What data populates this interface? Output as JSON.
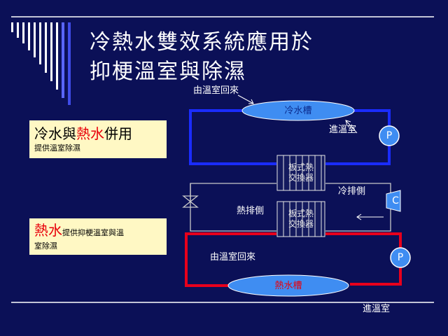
{
  "title": {
    "line1": "冷熱水雙效系統應用於",
    "line2": "抑梗溫室與除濕"
  },
  "box1": {
    "part1": "冷水與",
    "part2": "熱水",
    "part3": "併用",
    "subtitle": "提供溫室除濕"
  },
  "box2": {
    "part1": "熱水",
    "part2": "提供抑梗溫室與溫",
    "part3": "室除濕"
  },
  "diagram": {
    "label_return_top": "由溫室回來",
    "cold_tank": "冷水槽",
    "label_to_greenhouse_top": "進溫室",
    "pump_top": "P",
    "hx1_line1": "板式熱",
    "hx1_line2": "交換器",
    "label_cold_side": "冷排側",
    "compressor": "C",
    "label_hot_side": "熱排側",
    "hx2_line1": "板式熱",
    "hx2_line2": "交換器",
    "label_return_bottom": "由溫室回來",
    "pump_bottom": "P",
    "hot_tank": "熱水槽",
    "label_to_greenhouse_bottom": "進溫室"
  },
  "colors": {
    "background": "#0b1057",
    "cold_pipe": "#1a2cff",
    "hot_pipe": "#e8001c",
    "tank_fill": "#3f8df2",
    "box_fill": "#fff8c4",
    "accent_red": "#e8000a"
  }
}
